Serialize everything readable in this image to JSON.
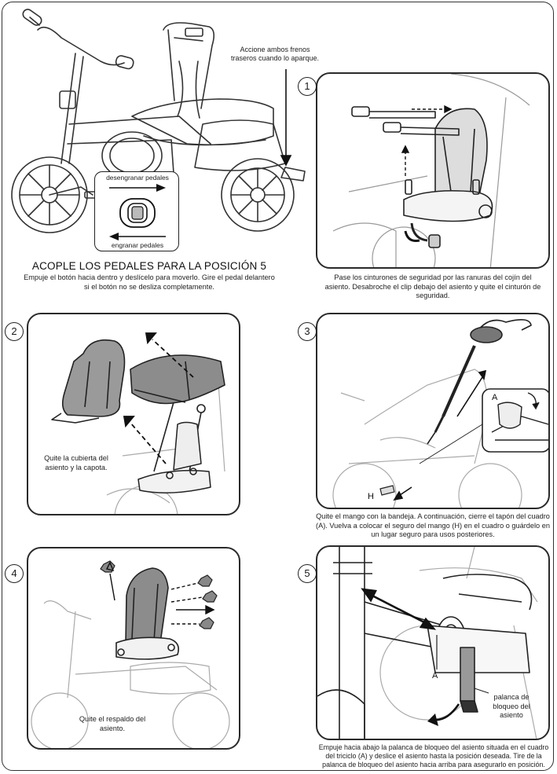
{
  "intro": {
    "brake_note": "Accione ambos frenos traseros cuando lo aparque.",
    "disengage_label": "desengranar pedales",
    "engage_label": "engranar pedales",
    "headline": "ACOPLE LOS PEDALES PARA LA POSICIÓN 5",
    "instruction": "Empuje el botón hacia dentro y deslícelo para moverlo. Gire el pedal delantero si el botón no se desliza completamente."
  },
  "steps": [
    {
      "number": "1",
      "caption": "Pase los cinturones de seguridad por las ranuras del cojín del asiento. Desabroche el clip debajo del asiento y quite el cinturón de seguridad."
    },
    {
      "number": "2",
      "caption": "Quite la cubierta del asiento y la capota."
    },
    {
      "number": "3",
      "caption": "Quite el mango con la bandeja. A continuación, cierre el tapón del cuadro (A). Vuelva a colocar el seguro del mango (H) en el cuadro o guárdelo en un lugar seguro para usos posteriores.",
      "label_a": "A",
      "label_h": "H"
    },
    {
      "number": "4",
      "caption": "Quite el respaldo del asiento."
    },
    {
      "number": "5",
      "caption": "Empuje hacia abajo la palanca de bloqueo del asiento situada en el cuadro del triciclo (A) y deslice el asiento hasta la posición deseada. Tire de la palanca de bloqueo del asiento hacia arriba para asegurarlo en posición.",
      "label_a": "A",
      "lever_label": "palanca de bloqueo del asiento"
    }
  ]
}
